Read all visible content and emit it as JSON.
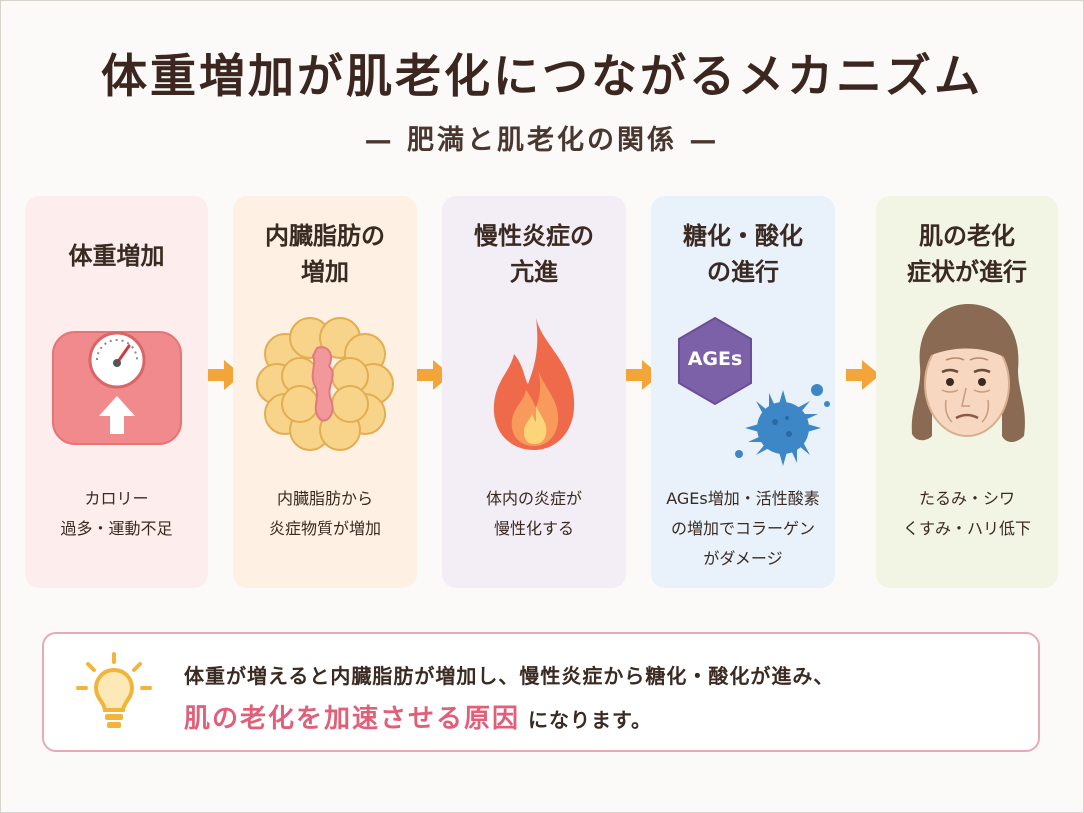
{
  "title": "体重増加が肌老化につながるメカニズム",
  "subtitle": "— 肥満と肌老化の関係 —",
  "steps": [
    {
      "title": "体重増加",
      "desc": "カロリー\n過多・運動不足",
      "bg": "#fdeeed",
      "icon": "scale-icon"
    },
    {
      "title": "内臓脂肪の\n増加",
      "desc": "内臓脂肪から\n炎症物質が増加",
      "bg": "#fef1e3",
      "icon": "visceral-fat-icon"
    },
    {
      "title": "慢性炎症の\n亢進",
      "desc": "体内の炎症が\n慢性化する",
      "bg": "#f3eef5",
      "icon": "flame-icon"
    },
    {
      "title": "糖化・酸化\nの進行",
      "desc": "AGEs増加・活性酸素\nの増加でコラーゲン\nがダメージ",
      "bg": "#e9f2fb",
      "icon": "ages-hexagon-icon",
      "badge": "AGEs"
    },
    {
      "title": "肌の老化\n症状が進行",
      "desc": "たるみ・シワ\nくすみ・ハリ低下",
      "bg": "#f2f5e4",
      "icon": "aging-face-icon"
    }
  ],
  "summary": {
    "line1": "体重が増えると内臓脂肪が増加し、慢性炎症から糖化・酸化が進み、",
    "highlight": "肌の老化を加速させる原因",
    "line2_suffix": "になります。"
  },
  "colors": {
    "arrow": "#f3a53a",
    "highlight": "#e0607a",
    "summary_border": "#eaa9b8",
    "bulb": "#f2b53c"
  }
}
